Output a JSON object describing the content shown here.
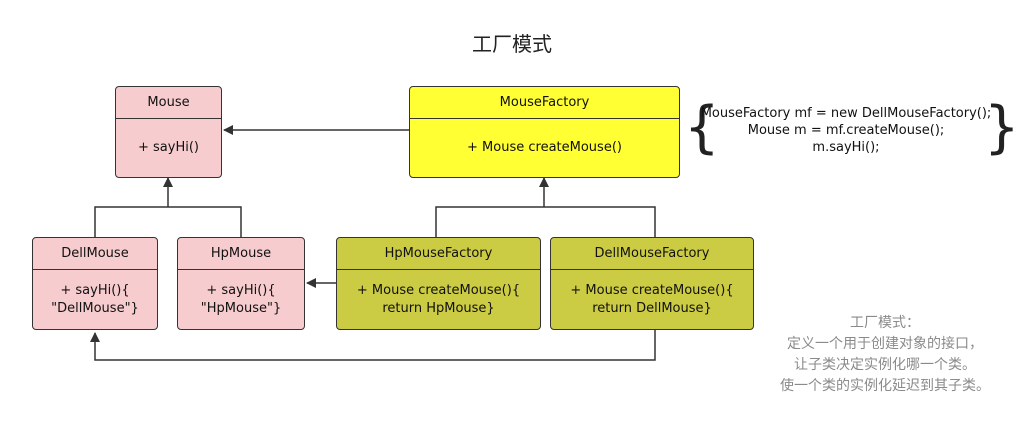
{
  "title": "工厂模式",
  "boxes": {
    "mouse": {
      "name": "Mouse",
      "body": [
        "+ sayHi()"
      ]
    },
    "mouse_factory": {
      "name": "MouseFactory",
      "body": [
        "+ Mouse createMouse()"
      ]
    },
    "dell_mouse": {
      "name": "DellMouse",
      "body": [
        "+ sayHi(){",
        "\"DellMouse\"}"
      ]
    },
    "hp_mouse": {
      "name": "HpMouse",
      "body": [
        "+ sayHi(){",
        "\"HpMouse\"}"
      ]
    },
    "hp_mouse_factory": {
      "name": "HpMouseFactory",
      "body": [
        "+ Mouse createMouse(){",
        "return HpMouse}"
      ]
    },
    "dell_mouse_factory": {
      "name": "DellMouseFactory",
      "body": [
        "+ Mouse createMouse(){",
        "return DellMouse}"
      ]
    }
  },
  "code": [
    "MouseFactory mf = new DellMouseFactory();",
    "Mouse m = mf.createMouse();",
    "m.sayHi();"
  ],
  "note": [
    "工厂模式：",
    "定义一个用于创建对象的接口，",
    "让子类决定实例化哪一个类。",
    "使一个类的实例化延迟到其子类。"
  ],
  "colors": {
    "product": "#f6cccf",
    "factory": "#ffff33",
    "concrete_factory": "#cccc44"
  }
}
